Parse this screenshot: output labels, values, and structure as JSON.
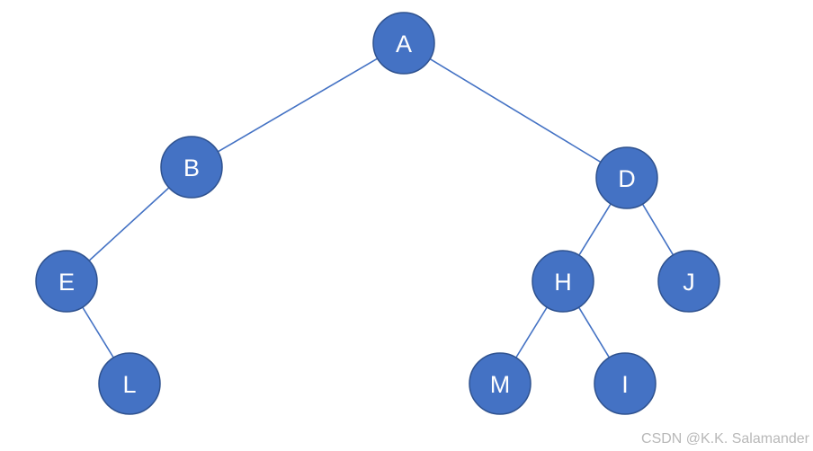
{
  "tree": {
    "nodes": [
      {
        "id": "A",
        "label": "A"
      },
      {
        "id": "B",
        "label": "B"
      },
      {
        "id": "D",
        "label": "D"
      },
      {
        "id": "E",
        "label": "E"
      },
      {
        "id": "H",
        "label": "H"
      },
      {
        "id": "J",
        "label": "J"
      },
      {
        "id": "L",
        "label": "L"
      },
      {
        "id": "M",
        "label": "M"
      },
      {
        "id": "I",
        "label": "I"
      }
    ],
    "edges": [
      {
        "from": "A",
        "to": "B"
      },
      {
        "from": "A",
        "to": "D"
      },
      {
        "from": "B",
        "to": "E"
      },
      {
        "from": "E",
        "to": "L"
      },
      {
        "from": "D",
        "to": "H"
      },
      {
        "from": "D",
        "to": "J"
      },
      {
        "from": "H",
        "to": "M"
      },
      {
        "from": "H",
        "to": "I"
      }
    ],
    "colors": {
      "node_fill": "#4472c4",
      "node_stroke": "#2f528f",
      "edge": "#4472c4",
      "label": "#ffffff"
    }
  },
  "watermark": "CSDN @K.K. Salamander"
}
